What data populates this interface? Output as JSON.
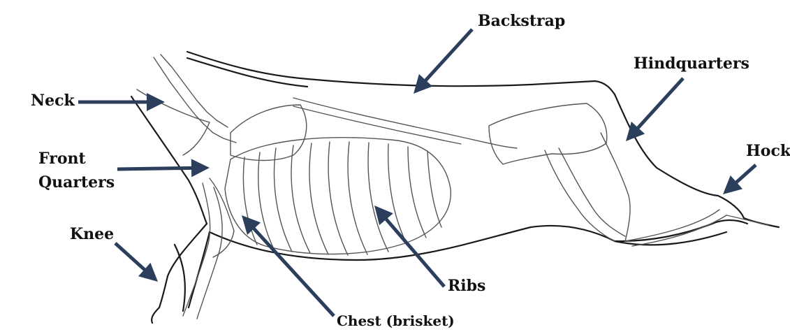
{
  "labels": {
    "backstrap": "Backstrap",
    "hindquarters": "Hindquarters",
    "neck": "Neck",
    "front_line1": "Front",
    "front_line2": "Quarters",
    "hock": "Hock",
    "knee": "Knee",
    "ribs": "Ribs",
    "chest": "Chest (brisket)"
  },
  "colors": {
    "arrow": "#2b3f5c",
    "outline": "#1a1a1a",
    "bone": "#555555"
  }
}
